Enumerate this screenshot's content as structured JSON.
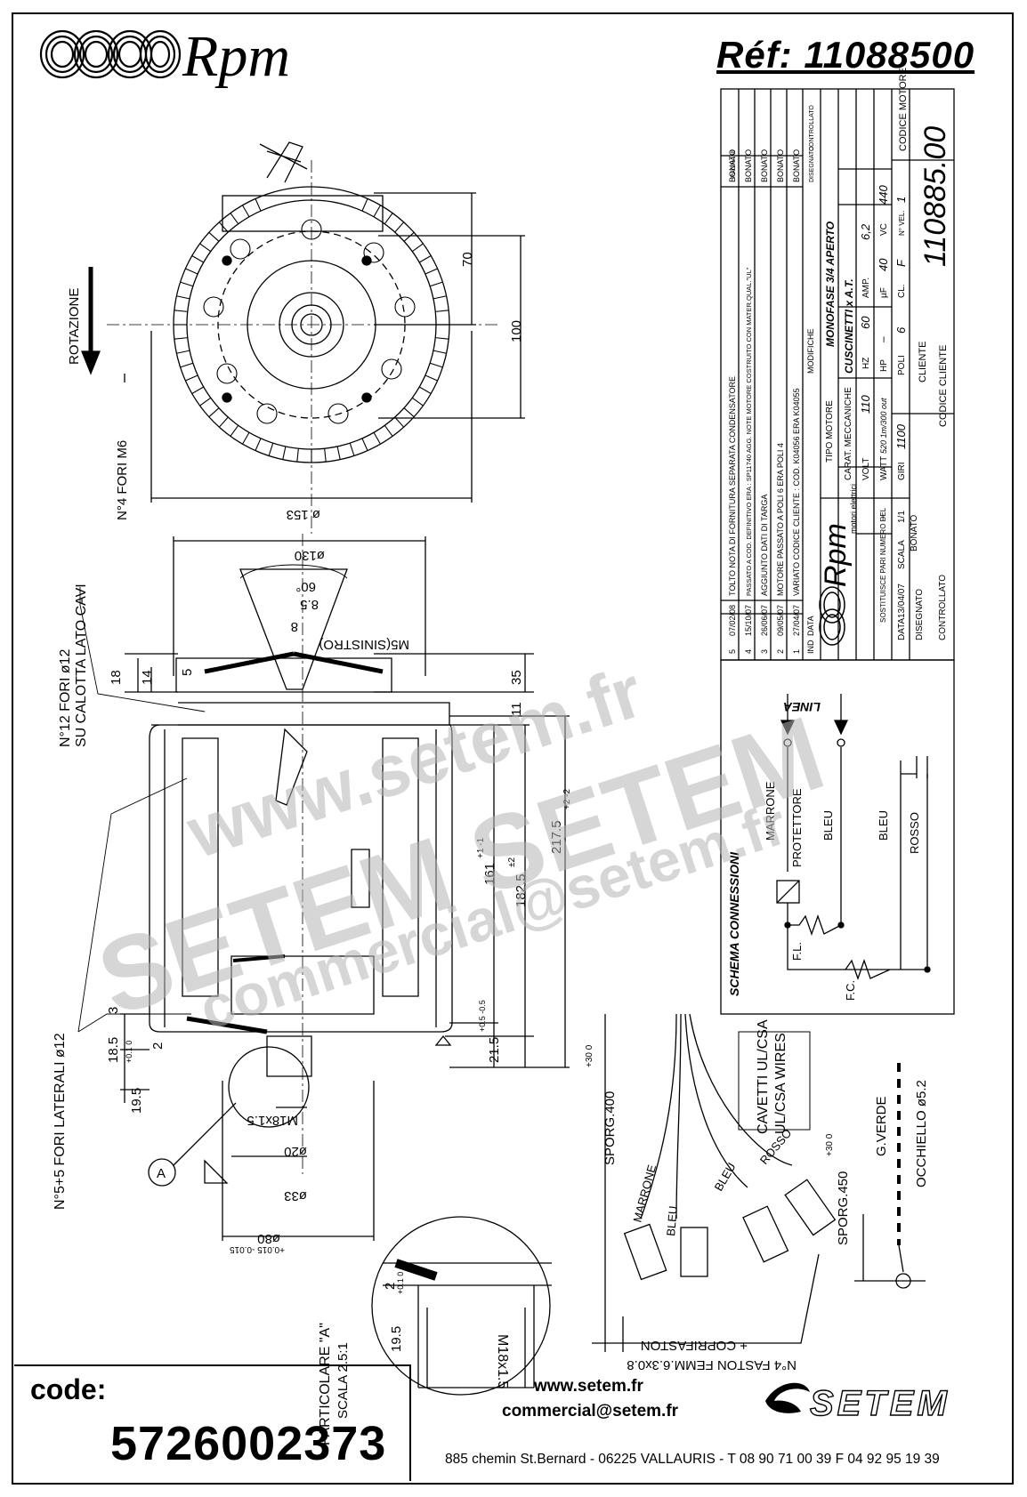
{
  "header": {
    "logo_text": "Rpm",
    "reference": "Réf: 11088500"
  },
  "watermark": {
    "line1": "www.setem.fr",
    "line2": "SETEM SETEM",
    "line3": "commercial@setem.fr"
  },
  "front_view": {
    "rotation_label": "ROTAZIONE",
    "holes_label": "N°4 FORI M6",
    "dim_70": "70",
    "dim_100": "100",
    "dim_153": "ø 153"
  },
  "side_view": {
    "dim_130": "ø130",
    "dim_60": "60°",
    "dim_85": "8.5",
    "dim_8": "8",
    "ms_label": "M5(SINISTRO)",
    "dim_18": "18",
    "dim_14": "14",
    "dim_5": "5",
    "dim_35": "35",
    "dim_11": "11",
    "dim_161": "161",
    "dim_161_tol": "+1 -1",
    "dim_1825": "182.5",
    "dim_1825_tol": "±2",
    "dim_2175": "217.5",
    "dim_2175_tol": "+2 -2",
    "dim_215": "21.5",
    "dim_215_tol": "+0.5 -0.5",
    "holes12_line1": "N°12 FORI ø12",
    "holes12_line2": "SU CALOTTA LATO CAVI",
    "holes_lat": "N°5+5 FORI LATERALI ø12",
    "dim_3": "3",
    "dim_185": "18.5",
    "dim_185_tol": "+0.1 0",
    "dim_2": "2",
    "dim_195": "19.5",
    "thread": "M18x1.5",
    "dim_20": "ø20",
    "dim_33": "ø33",
    "dim_80": "ø80",
    "dim_80_tol": "+0.015 -0.015",
    "detail_marker": "A"
  },
  "detail": {
    "title": "PARTICOLARE \"A\"",
    "scale": "SCALA 2.5:1",
    "dim_2": "2",
    "dim_2_tol": "+0.1 0",
    "dim_195": "19.5",
    "thread": "M18x1.5"
  },
  "cables": {
    "sporg400": "SPORG.400",
    "sporg400_tol": "+30 0",
    "box_line1": "CAVETTI UL/CSA",
    "box_line2": "UL/CSA WIRES",
    "wires": [
      "MARRONE",
      "BLEU",
      "BLEU",
      "ROSSO"
    ],
    "faston_line1": "N°4 FASTON FEMM.6.3x0.8",
    "faston_line2": "+ COPRIFASTON",
    "sporg450": "SPORG.450",
    "sporg450_tol": "+30 0",
    "earth": "G.VERDE",
    "eyelet": "OCCHIELLO ø5.2"
  },
  "schema": {
    "title": "SCHEMA CONNESSIONI",
    "linea": "LINEA",
    "marrone": "MARRONE",
    "protettore": "PROTETTORE",
    "bleu1": "BLEU",
    "bleu2": "BLEU",
    "rosso": "ROSSO",
    "fl": "F.L.",
    "fc": "F.C."
  },
  "title_block": {
    "revisions": [
      {
        "n": "5",
        "date": "07/02/08",
        "text": "TOLTO NOTA DI FORNITURA SEPARATA CONDENSATORE",
        "by": "BONATO"
      },
      {
        "n": "4",
        "date": "15/10/07",
        "text": "PASSATO A COD. DEFINITIVO ERA : SP11740 AGG. NOTE MOTORE COSTRUITO CON MATER.QUAL.\"UL\"",
        "by": "BONATO"
      },
      {
        "n": "3",
        "date": "26/06/07",
        "text": "AGGIUNTO DATI DI TARGA",
        "by": "BONATO"
      },
      {
        "n": "2",
        "date": "09/05/07",
        "text": "MOTORE PASSATO A POLI 6 ERA POLI 4",
        "by": "BONATO"
      },
      {
        "n": "1",
        "date": "27/04/07",
        "text": "VARIATO CODICE CLIENTE : COD. K04056 ERA K04055",
        "by": "BONATO"
      }
    ],
    "hdr_ind": "IND",
    "hdr_data": "DATA",
    "hdr_modifiche": "MODIFICHE",
    "hdr_disegnato": "DISEGNATO",
    "hdr_controllato": "CONTROLLATO",
    "hdr_paganini": "PAGNANI",
    "tipo_motore": "TIPO MOTORE",
    "tipo_value": "MONOFASE 3/4 APERTO",
    "carat_label": "CARAT. MECCANICHE",
    "carat_value": "CUSCINETTI x A.T.",
    "volt_label": "VOLT",
    "volt": "110",
    "hz_label": "HZ",
    "hz": "60",
    "amp_label": "AMP.",
    "amp": "6,2",
    "watt_label": "WATT",
    "watt": "520 1m/300 out",
    "hp_label": "HP",
    "hp": "–",
    "uf_label": "µF",
    "uf": "40",
    "vc_label": "VC",
    "vc": "440",
    "giri_label": "GIRI",
    "giri": "1100",
    "poli_label": "POLI",
    "poli": "6",
    "cl_label": "CL.",
    "cl": "F",
    "vel_label": "N° VEL.",
    "vel": "1",
    "cliente_label": "CLIENTE",
    "codice_motore_label": "CODICE MOTORE",
    "codice_motore": "110885.00",
    "codice_cliente_label": "CODICE CLIENTE",
    "sostituisce_label": "SOSTITUISCE PARI NUMERO DEL",
    "sostituisce": "–",
    "scala_label": "SCALA",
    "scala": "1/1",
    "data_label": "DATA",
    "data": "13/04/07",
    "disegnato_label": "DISEGNATO",
    "disegnato": "BONATO",
    "controllato_label": "CONTROLLATO",
    "rpm_logo": "Rpm",
    "rpm_sub": "motori elettrici"
  },
  "footer": {
    "code_label": "code:",
    "code": "5726002373",
    "website": "www.setem.fr",
    "email": "commercial@setem.fr",
    "address": "885 chemin St.Bernard  -  06225 VALLAURIS  -  T 08 90 71 00 39   F 04 92 95 19 39",
    "logo": "SETEM"
  }
}
